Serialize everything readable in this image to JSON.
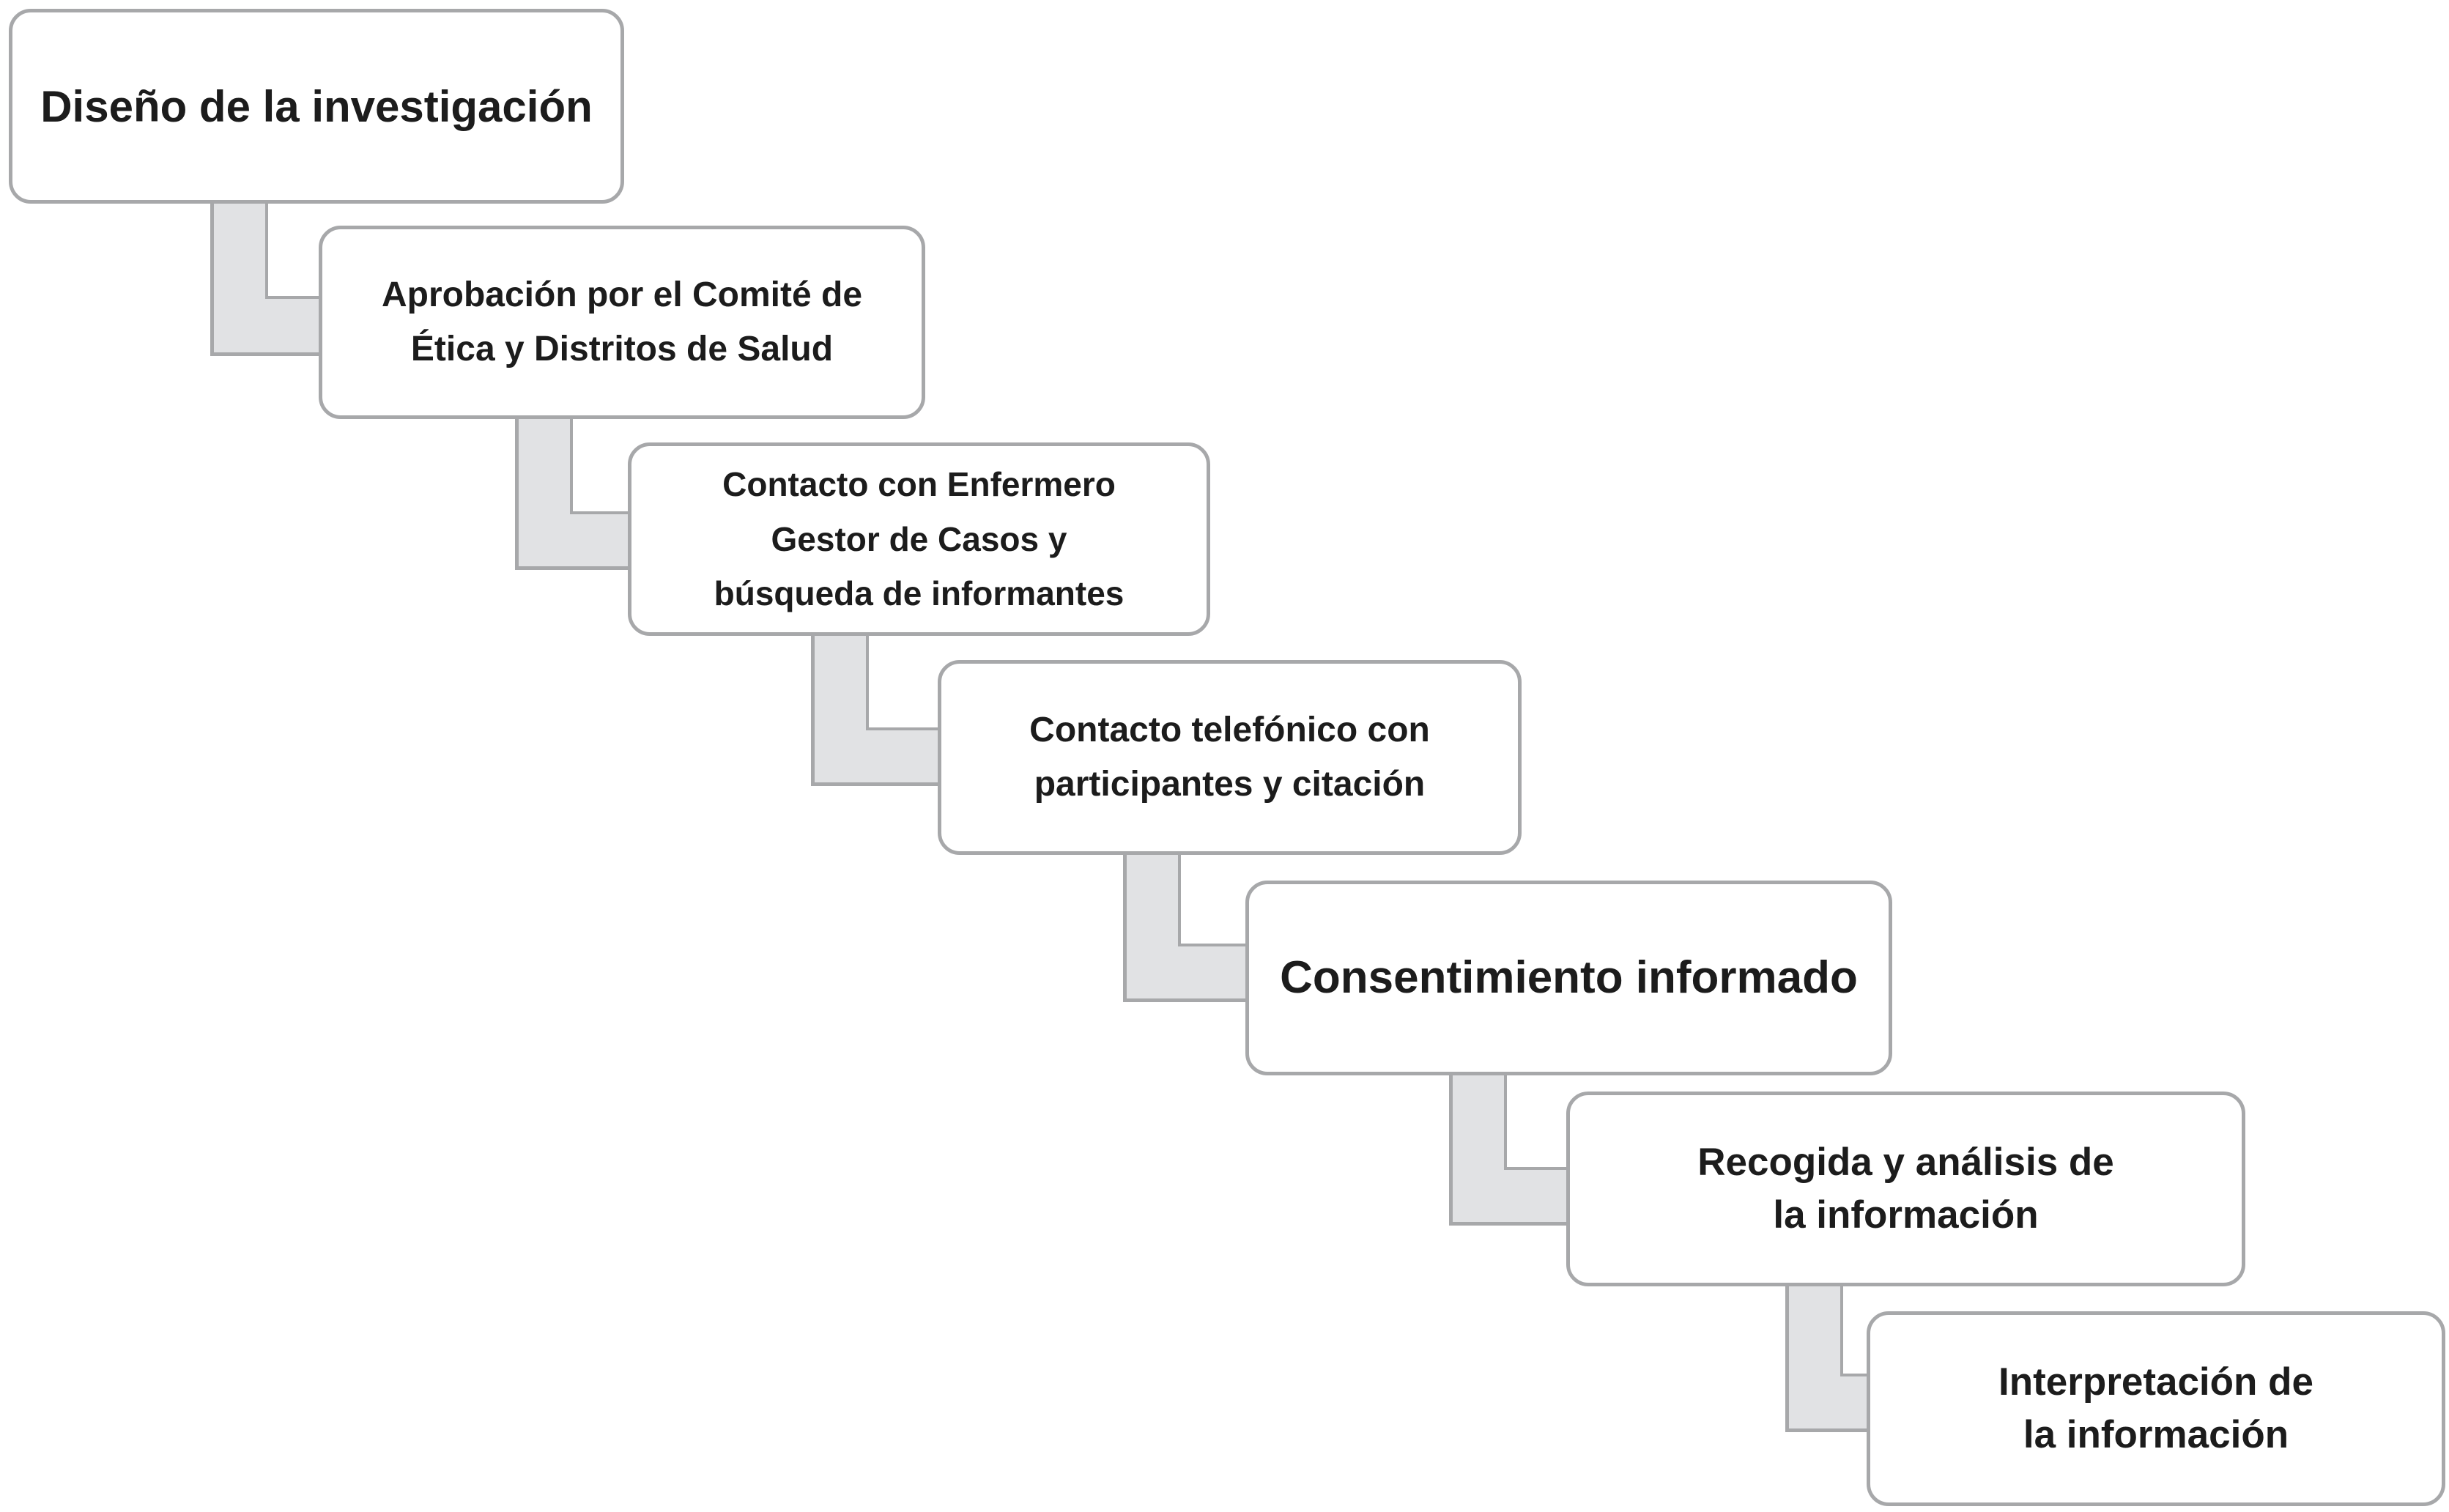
{
  "diagram": {
    "steps": [
      {
        "label": "Diseño de la investigación"
      },
      {
        "label": "Aprobación por el Comité de\nÉtica y Distritos de Salud"
      },
      {
        "label": "Contacto con Enfermero\nGestor de Casos y\nbúsqueda de informantes"
      },
      {
        "label": "Contacto telefónico con\nparticipantes y citación"
      },
      {
        "label": "Consentimiento informado"
      },
      {
        "label": "Recogida y análisis de\nla información"
      },
      {
        "label": "Interpretación de\nla información"
      }
    ]
  },
  "colors": {
    "box_border": "#a7a8aa",
    "connector_fill": "#e1e2e4",
    "text": "#1c1c1c",
    "background": "#ffffff"
  }
}
